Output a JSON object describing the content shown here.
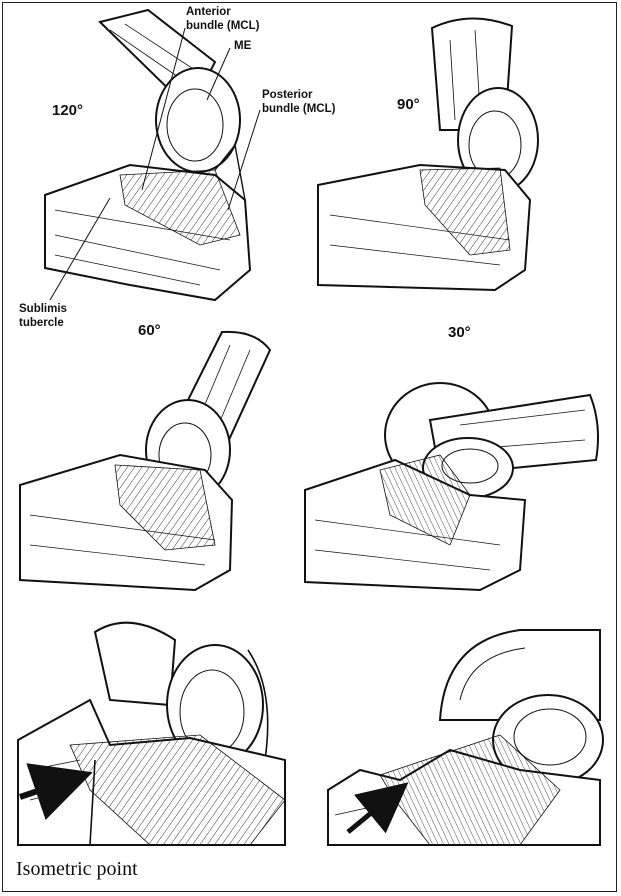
{
  "labels": {
    "anterior_bundle": "Anterior\nbundle (MCL)",
    "me": "ME",
    "posterior_bundle": "Posterior\nbundle (MCL)",
    "sublimis_tubercle": "Sublimis\ntubercle"
  },
  "angles": {
    "a120": "120°",
    "a90": "90°",
    "a60": "60°",
    "a30": "30°"
  },
  "caption": "Isometric point",
  "colors": {
    "ink": "#111111",
    "background": "#ffffff"
  }
}
